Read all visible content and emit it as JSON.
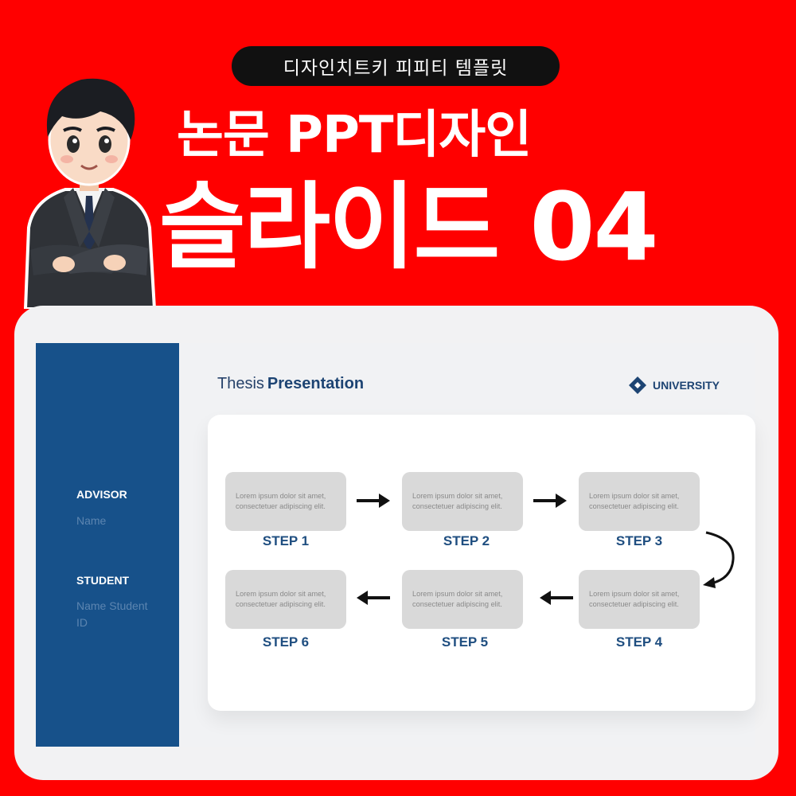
{
  "banner": {
    "pill_text": "디자인치트키 피피티 템플릿",
    "headline_line1": "논문 PPT디자인",
    "headline_line2": "슬라이드 04"
  },
  "slide": {
    "title_light": "Thesis",
    "title_bold": "Presentation",
    "university": "UNIVERSITY",
    "advisor_label": "ADVISOR",
    "advisor_value": "Name",
    "student_label": "STUDENT",
    "student_value": "Name Student ID"
  },
  "steps": [
    {
      "label": "STEP 1",
      "line1": "Lorem ipsum dolor sit amet,",
      "line2": "consectetuer adipiscing elit."
    },
    {
      "label": "STEP 2",
      "line1": "Lorem ipsum dolor sit amet,",
      "line2": "consectetuer adipiscing elit."
    },
    {
      "label": "STEP 3",
      "line1": "Lorem ipsum dolor sit amet,",
      "line2": "consectetuer adipiscing elit."
    },
    {
      "label": "STEP 4",
      "line1": "Lorem ipsum dolor sit amet,",
      "line2": "consectetuer adipiscing elit."
    },
    {
      "label": "STEP 5",
      "line1": "Lorem ipsum dolor sit amet,",
      "line2": "consectetuer adipiscing elit."
    },
    {
      "label": "STEP 6",
      "line1": "Lorem ipsum dolor sit amet,",
      "line2": "consectetuer adipiscing elit."
    }
  ],
  "colors": {
    "background": "#ff0000",
    "sidebar": "#17518a",
    "accent": "#1f4e80",
    "box": "#d9d9d9"
  },
  "icons": [
    "character-illustration",
    "diamond-logo-icon",
    "arrow-right-icon",
    "arrow-left-icon",
    "curved-arrow-icon"
  ]
}
